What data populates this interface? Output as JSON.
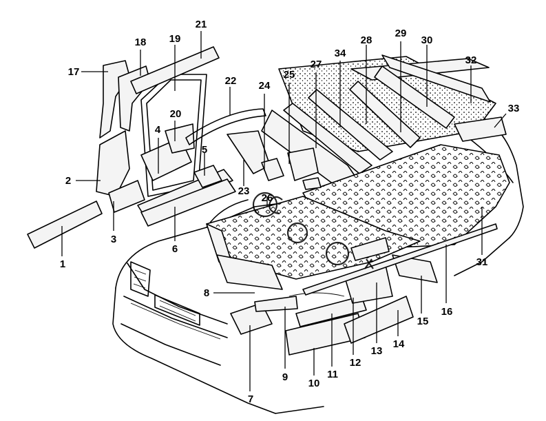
{
  "diagram": {
    "callouts": [
      {
        "label": "1"
      },
      {
        "label": "2"
      },
      {
        "label": "3"
      },
      {
        "label": "4"
      },
      {
        "label": "5"
      },
      {
        "label": "6"
      },
      {
        "label": "7"
      },
      {
        "label": "8"
      },
      {
        "label": "9"
      },
      {
        "label": "10"
      },
      {
        "label": "11"
      },
      {
        "label": "12"
      },
      {
        "label": "13"
      },
      {
        "label": "14"
      },
      {
        "label": "15"
      },
      {
        "label": "16"
      },
      {
        "label": "17"
      },
      {
        "label": "18"
      },
      {
        "label": "19"
      },
      {
        "label": "20"
      },
      {
        "label": "21"
      },
      {
        "label": "22"
      },
      {
        "label": "23"
      },
      {
        "label": "24"
      },
      {
        "label": "25"
      },
      {
        "label": "26"
      },
      {
        "label": "27"
      },
      {
        "label": "28"
      },
      {
        "label": "29"
      },
      {
        "label": "30"
      },
      {
        "label": "31"
      },
      {
        "label": "32"
      },
      {
        "label": "33"
      },
      {
        "label": "34"
      }
    ]
  }
}
